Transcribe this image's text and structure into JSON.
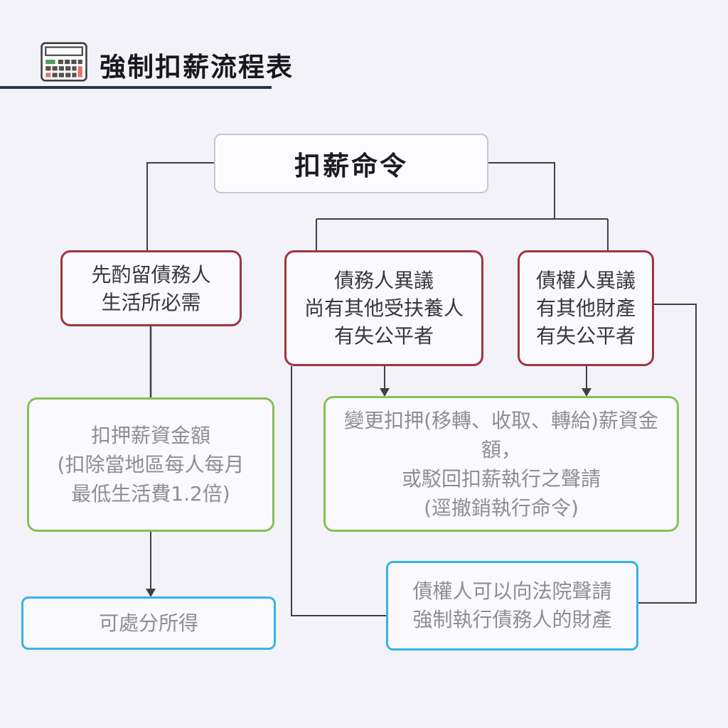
{
  "header": {
    "title": "強制扣薪流程表",
    "icon": "calculator-icon"
  },
  "colors": {
    "background": "#f3f2f8",
    "node_fill": "#faf9fd",
    "root_border": "#c7c6d6",
    "red_border": "#9e3540",
    "green_border": "#86bf56",
    "blue_border": "#36b3e6",
    "connector_line": "#3f4045",
    "dark_text": "#38383a",
    "gray_text": "#8e8e92",
    "header_rule": "#2c3642"
  },
  "nodes": {
    "order": {
      "label": "扣薪命令"
    },
    "reserve": {
      "line1": "先酌留債務人",
      "line2": "生活所必需"
    },
    "debtor_objection": {
      "line1": "債務人異議",
      "line2": "尚有其他受扶養人",
      "line3": "有失公平者"
    },
    "creditor_objection": {
      "line1": "債權人異議",
      "line2": "有其他財產",
      "line3": "有失公平者"
    },
    "garnish_amount": {
      "line1": "扣押薪資金額",
      "line2": "(扣除當地區每人每月",
      "line3": "最低生活費1.2倍)"
    },
    "modify_order": {
      "line1": "變更扣押(移轉、收取、轉給)薪資金額，",
      "line2": "或駁回扣薪執行之聲請",
      "line3": "(逕撤銷執行命令)"
    },
    "disposable_income": {
      "label": "可處分所得"
    },
    "enforce_property": {
      "line1": "債權人可以向法院聲請",
      "line2": "強制執行債務人的財產"
    }
  }
}
